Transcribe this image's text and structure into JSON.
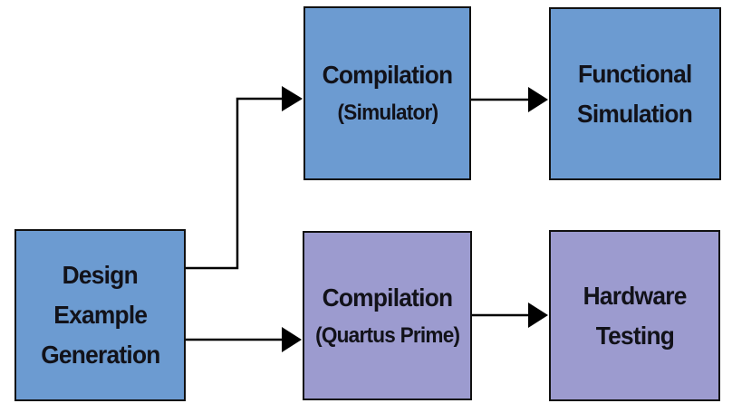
{
  "diagram": {
    "type": "flowchart",
    "colors": {
      "blue_node": "#6c9bd1",
      "purple_node": "#9c9bcf",
      "node_border": "#111111",
      "arrow": "#000000",
      "background": "#ffffff",
      "text": "#121219"
    },
    "nodes": [
      {
        "id": "design-example-generation",
        "color_key": "blue_node",
        "lines": [
          "Design",
          "Example",
          "Generation"
        ]
      },
      {
        "id": "compilation-simulator",
        "color_key": "blue_node",
        "lines": [
          "Compilation",
          "(Simulator)"
        ]
      },
      {
        "id": "functional-simulation",
        "color_key": "blue_node",
        "lines": [
          "Functional",
          "Simulation"
        ]
      },
      {
        "id": "compilation-quartus-prime",
        "color_key": "purple_node",
        "lines": [
          "Compilation",
          "(Quartus Prime)"
        ]
      },
      {
        "id": "hardware-testing",
        "color_key": "purple_node",
        "lines": [
          "Hardware",
          "Testing"
        ]
      }
    ],
    "edges": [
      {
        "from": "design-example-generation",
        "to": "compilation-simulator",
        "shape": "elbow-up-right"
      },
      {
        "from": "design-example-generation",
        "to": "compilation-quartus-prime",
        "shape": "straight-right"
      },
      {
        "from": "compilation-simulator",
        "to": "functional-simulation",
        "shape": "straight-right"
      },
      {
        "from": "compilation-quartus-prime",
        "to": "hardware-testing",
        "shape": "straight-right"
      }
    ]
  }
}
